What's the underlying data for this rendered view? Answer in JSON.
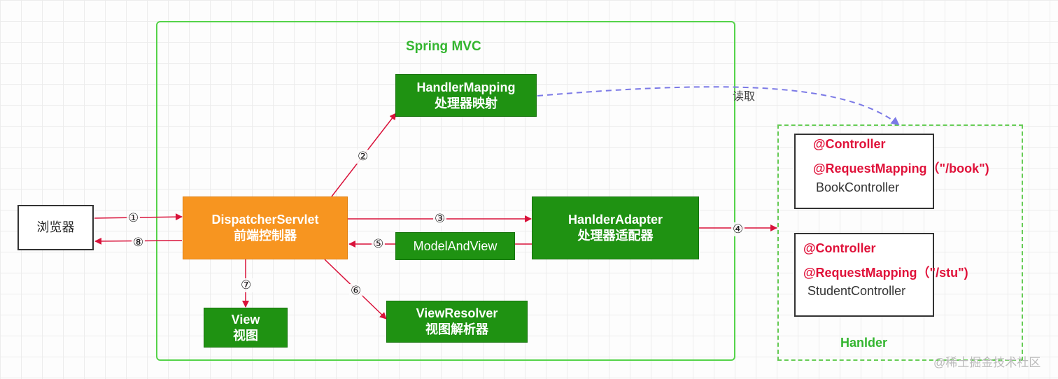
{
  "spring_mvc_title": "Spring MVC",
  "handler_title": "Hanlder",
  "browser": "浏览器",
  "dispatcher": {
    "en": "DispatcherServlet",
    "zh": "前端控制器"
  },
  "handler_mapping": {
    "en": "HandlerMapping",
    "zh": "处理器映射"
  },
  "handler_adapter": {
    "en": "HanlderAdapter",
    "zh": "处理器适配器"
  },
  "model_and_view": "ModelAndView",
  "view_resolver": {
    "en": "ViewResolver",
    "zh": "视图解析器"
  },
  "view": {
    "en": "View",
    "zh": "视图"
  },
  "controllers": [
    {
      "annotation": "@Controller",
      "mapping": "@RequestMapping（\"/book\")",
      "name": "BookController"
    },
    {
      "annotation": "@Controller",
      "mapping": "@RequestMapping（\"/stu\")",
      "name": "StudentController"
    }
  ],
  "steps": [
    "①",
    "②",
    "③",
    "④",
    "⑤",
    "⑥",
    "⑦",
    "⑧"
  ],
  "read_label": "读取",
  "watermark": "@稀土掘金技术社区",
  "colors": {
    "arrow": "#d9123a",
    "dashed_arrow": "#7b79e6",
    "green": "#1f9212",
    "orange": "#f79520",
    "frame": "#55d34a"
  }
}
